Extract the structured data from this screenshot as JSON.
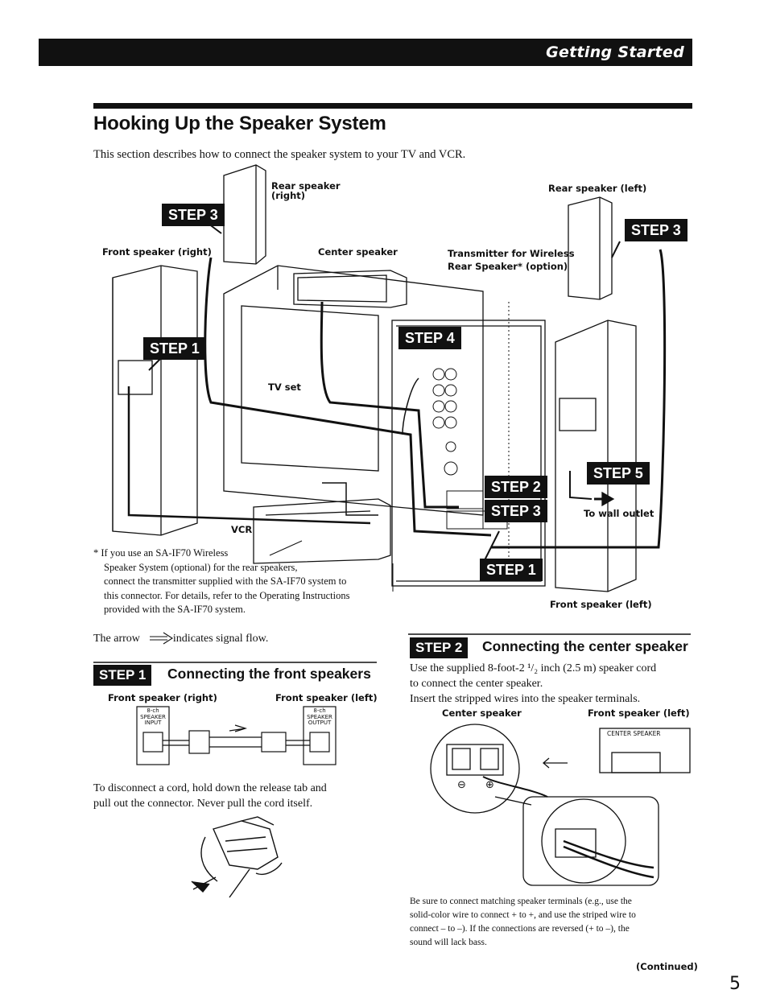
{
  "header": {
    "section_label": "Getting Started"
  },
  "page": {
    "title": "Hooking Up the Speaker System",
    "intro": "This section describes how to connect the speaker system to your TV and VCR.",
    "page_number": "5",
    "continued": "(Continued)"
  },
  "diagram": {
    "labels": {
      "rear_speaker_right_1": "Rear speaker",
      "rear_speaker_right_2": "(right)",
      "rear_speaker_left": "Rear speaker (left)",
      "front_speaker_right": "Front speaker (right)",
      "center_speaker": "Center speaker",
      "transmitter_1": "Transmitter for Wireless",
      "transmitter_2": "Rear Speaker* (option)",
      "tv_set": "TV set",
      "vcr": "VCR",
      "to_wall_outlet": "To wall outlet",
      "front_speaker_left": "Front speaker (left)"
    },
    "steps": {
      "step3_left": "STEP 3",
      "step3_right": "STEP 3",
      "step1_left": "STEP 1",
      "step4": "STEP 4",
      "step5": "STEP 5",
      "step2": "STEP 2",
      "step3_mid": "STEP 3",
      "step1_bottom": "STEP 1"
    },
    "footnote": {
      "line1": "*  If you use an SA-IF70 Wireless",
      "line2": "Speaker System (optional) for the rear speakers,",
      "line3": "connect the transmitter supplied with the SA-IF70 system to",
      "line4": "this connector.  For details, refer to the Operating Instructions",
      "line5": "provided with the SA-IF70 system."
    }
  },
  "arrow_note": {
    "before": "The arrow",
    "after": "indicates signal flow."
  },
  "section_front": {
    "step": "STEP 1",
    "title": "Connecting the front speakers",
    "label_right": "Front speaker (right)",
    "label_left": "Front speaker (left)",
    "terminal_in_1": "8-ch",
    "terminal_in_2": "SPEAKER",
    "terminal_in_3": "INPUT",
    "terminal_out_1": "8-ch",
    "terminal_out_2": "SPEAKER",
    "terminal_out_3": "OUTPUT",
    "text_1": "To disconnect a cord, hold down the release tab and",
    "text_2": "pull out the connector.  Never pull the cord itself."
  },
  "section_center": {
    "step": "STEP 2",
    "title": "Connecting the center speaker",
    "text_1": "Use the supplied 8-foot-2 ¹/₂ inch (2.5 m) speaker cord",
    "text_2": "to connect the center speaker.",
    "text_3": "Insert the stripped wires into the speaker terminals.",
    "label_center": "Center speaker",
    "label_front_left": "Front speaker (left)",
    "terminal_label": "CENTER SPEAKER",
    "minus": "⊖",
    "plus": "⊕",
    "note_1": "Be sure to connect matching speaker terminals (e.g., use the",
    "note_2": "solid-color wire to connect + to +, and use the striped wire to",
    "note_3": "connect – to –).  If the connections are reversed (+ to –), the",
    "note_4": "sound will lack bass."
  }
}
